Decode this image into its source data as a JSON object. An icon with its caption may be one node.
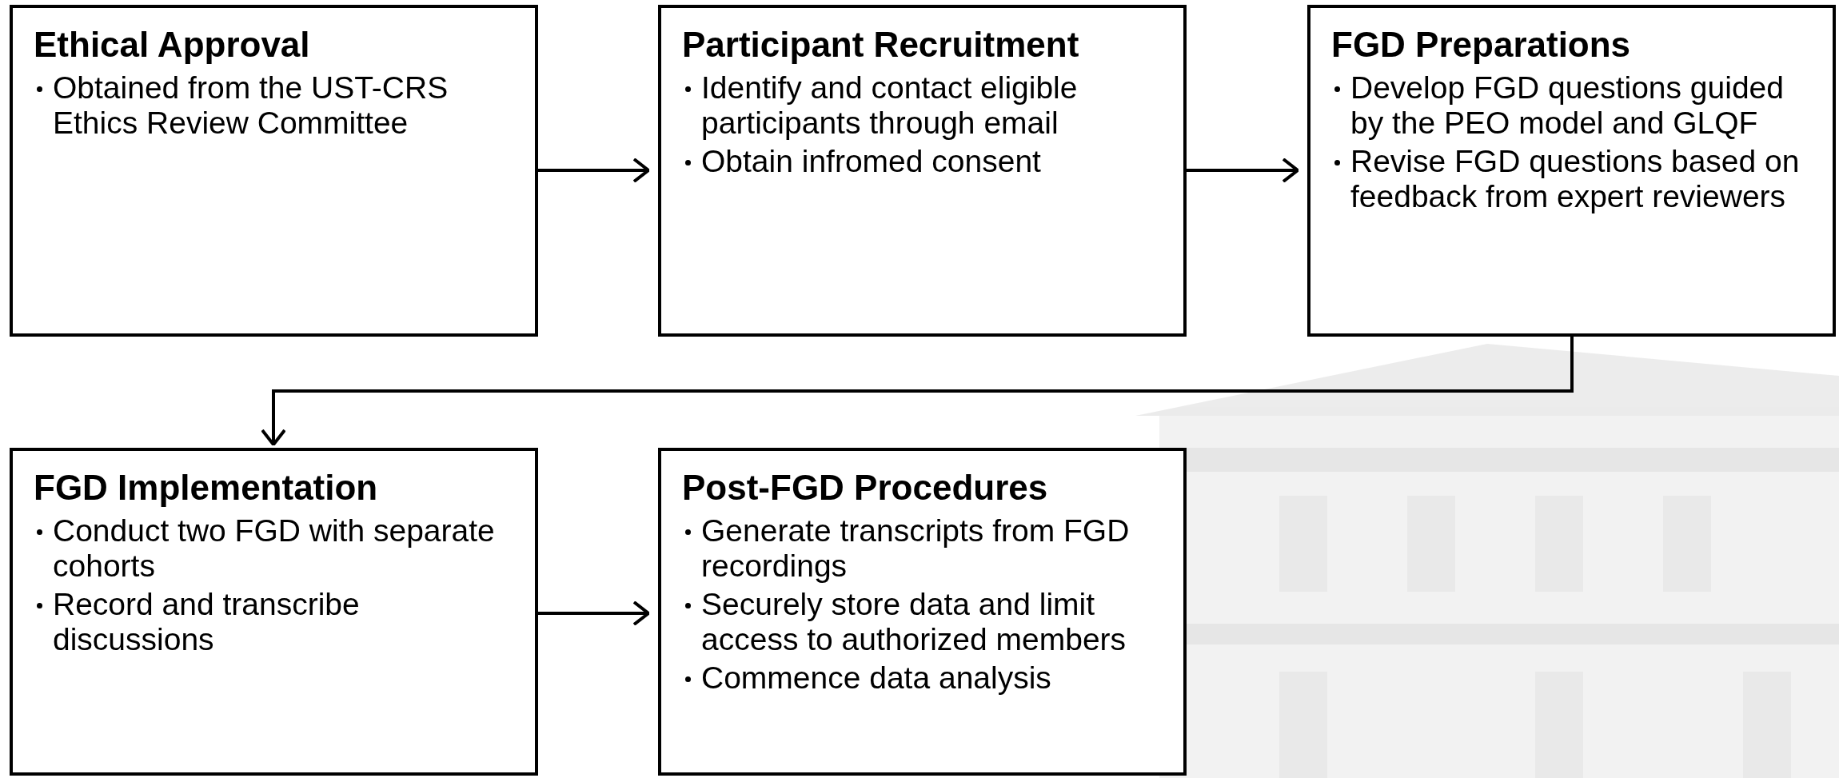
{
  "diagram": {
    "nodes": [
      {
        "text": [
          "Ethical Approval",
          "Obtained from the UST-CRS Ethics Review Committee"
        ]
      },
      {
        "text": [
          "Participant Recruitment",
          "Identify and contact eligible participants through email",
          "Obtain infromed consent"
        ]
      },
      {
        "text": [
          "FGD Preparations",
          "Develop FGD questions guided by the PEO model and GLQF",
          "Revise FGD questions based on feedback from expert reviewers"
        ]
      },
      {
        "text": [
          "FGD Implementation",
          "Conduct two FGD with separate cohorts",
          "Record and transcribe discussions"
        ]
      },
      {
        "text": [
          "Post-FGD Procedures",
          "Generate transcripts from FGD recordings",
          "Securely store data and limit access to authorized members",
          "Commence data analysis"
        ]
      }
    ],
    "edges": [
      {
        "from": 0,
        "to": 1,
        "arrow": "to"
      },
      {
        "from": 1,
        "to": 2,
        "arrow": "to"
      },
      {
        "from": 2,
        "to": 3,
        "arrow": "to"
      },
      {
        "from": 3,
        "to": 4,
        "arrow": "to"
      }
    ]
  }
}
